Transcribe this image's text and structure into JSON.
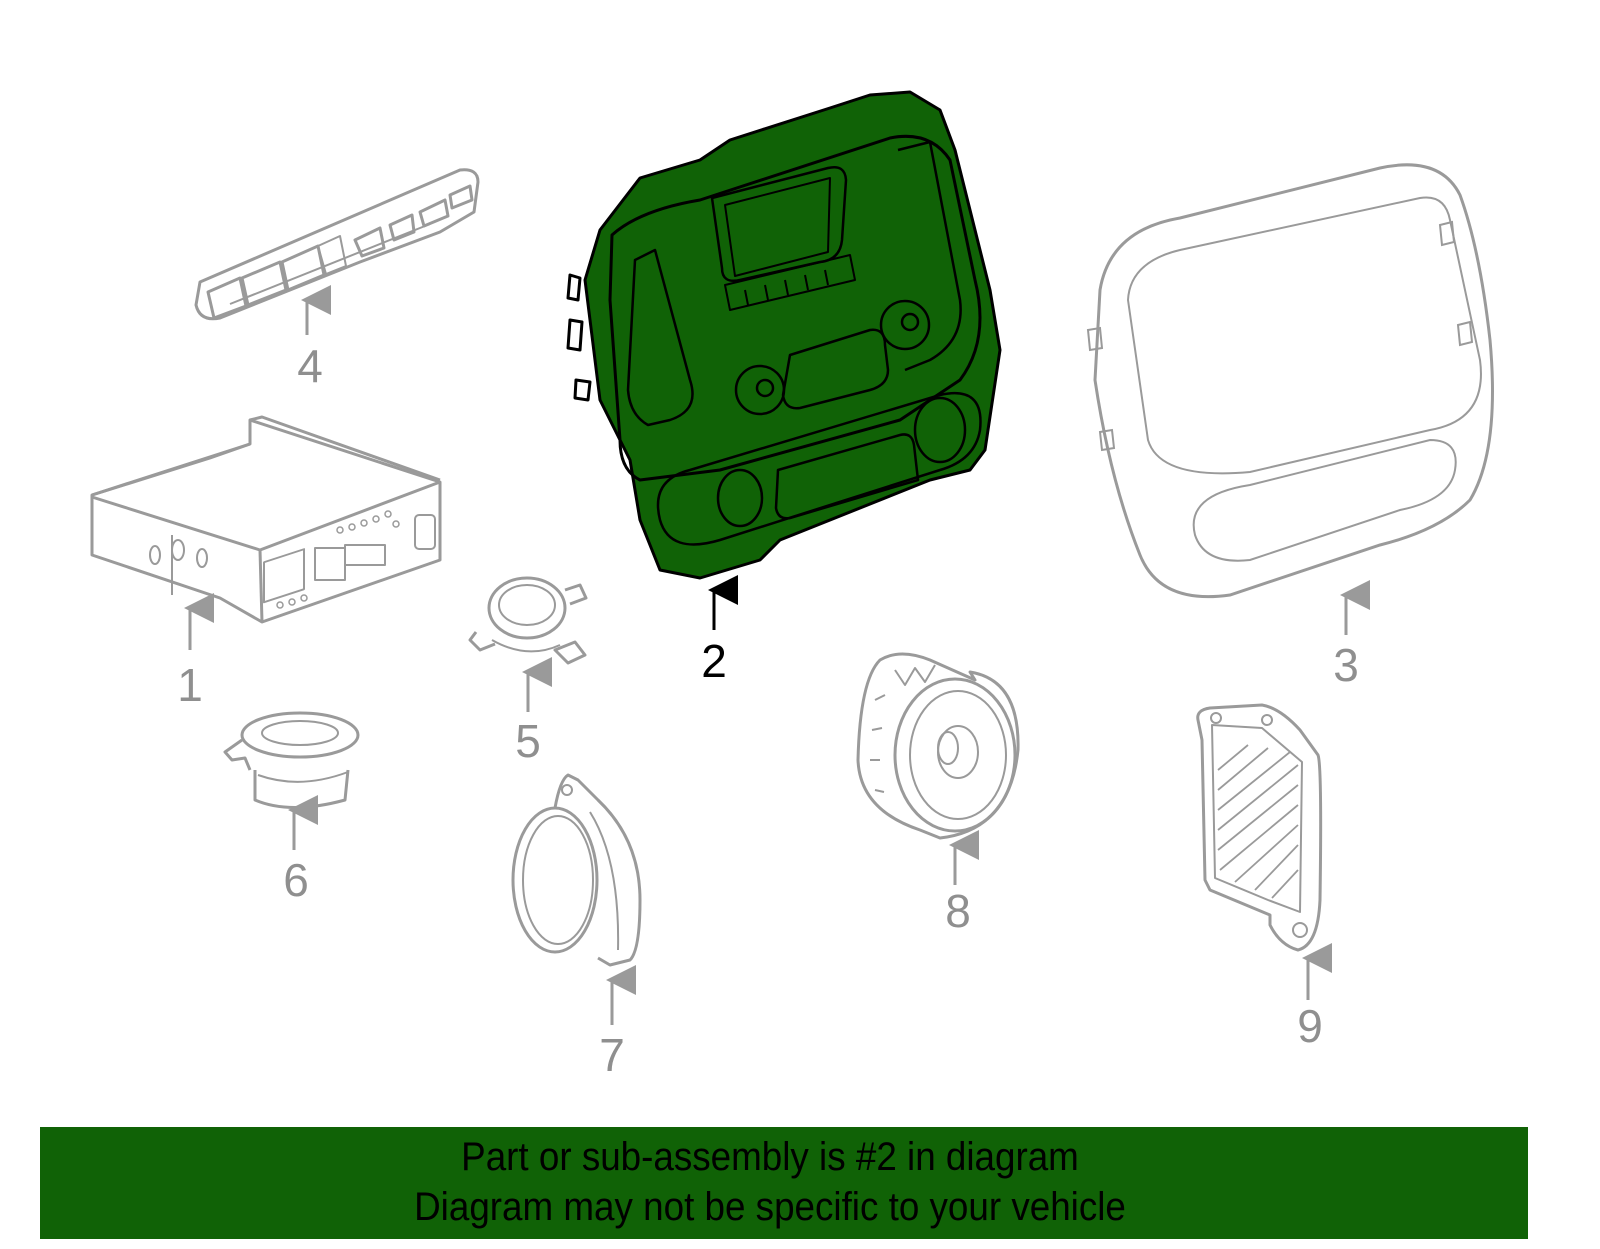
{
  "diagram": {
    "highlighted_part": "2",
    "colors": {
      "highlight_fill": "#106206",
      "highlight_stroke": "#000000",
      "part_stroke": "#9a9a9a",
      "callout_gray": "#8f8f8f",
      "banner_bg": "#106206"
    },
    "parts": [
      {
        "id": "1",
        "label": "1",
        "name": "radio-receiver"
      },
      {
        "id": "2",
        "label": "2",
        "name": "control-panel-assembly"
      },
      {
        "id": "3",
        "label": "3",
        "name": "trim-bezel"
      },
      {
        "id": "4",
        "label": "4",
        "name": "bracket"
      },
      {
        "id": "5",
        "label": "5",
        "name": "tweeter"
      },
      {
        "id": "6",
        "label": "6",
        "name": "speaker-small"
      },
      {
        "id": "7",
        "label": "7",
        "name": "speaker-ring"
      },
      {
        "id": "8",
        "label": "8",
        "name": "speaker"
      },
      {
        "id": "9",
        "label": "9",
        "name": "amplifier"
      }
    ]
  },
  "banner": {
    "line1": "Part or sub-assembly is #2 in diagram",
    "line2": "Diagram may not be specific to your vehicle"
  }
}
